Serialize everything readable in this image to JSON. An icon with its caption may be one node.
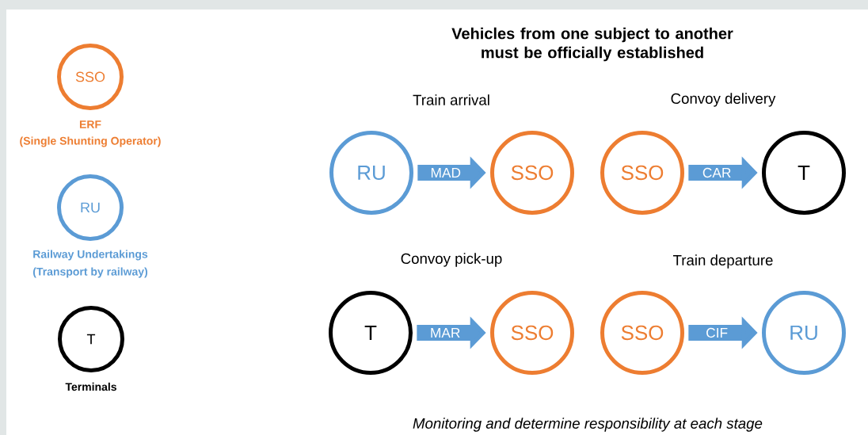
{
  "diagram": {
    "title": "Vehicles from one subject to another must be officially established",
    "caption": "Monitoring and determine responsibility at each stage",
    "nodes": [
      {
        "text": [
          "SSO"
        ],
        "beside": [
          "ERF",
          "(Single Shunting Operator)"
        ]
      },
      {
        "text": [
          "RU"
        ],
        "beside": [
          "Railway Undertakings",
          "(Transport by railway)"
        ]
      },
      {
        "text": [
          "T"
        ],
        "beside": [
          "Terminals"
        ]
      },
      {
        "text": [
          "RU"
        ]
      },
      {
        "text": [
          "SSO"
        ]
      },
      {
        "text": [
          "SSO"
        ]
      },
      {
        "text": [
          "T"
        ]
      },
      {
        "text": [
          "T"
        ]
      },
      {
        "text": [
          "SSO"
        ]
      },
      {
        "text": [
          "SSO"
        ]
      },
      {
        "text": [
          "RU"
        ]
      }
    ],
    "edges": [
      {
        "from": 3,
        "to": 4,
        "arrow": "to",
        "label": "MAD"
      },
      {
        "from": 5,
        "to": 6,
        "arrow": "to",
        "label": "CAR"
      },
      {
        "from": 7,
        "to": 8,
        "arrow": "to",
        "label": "MAR"
      },
      {
        "from": 9,
        "to": 10,
        "arrow": "to",
        "label": "CIF"
      }
    ],
    "labels": [
      "Train arrival",
      "Convoy delivery",
      "Convoy pick-up",
      "Train departure"
    ]
  }
}
